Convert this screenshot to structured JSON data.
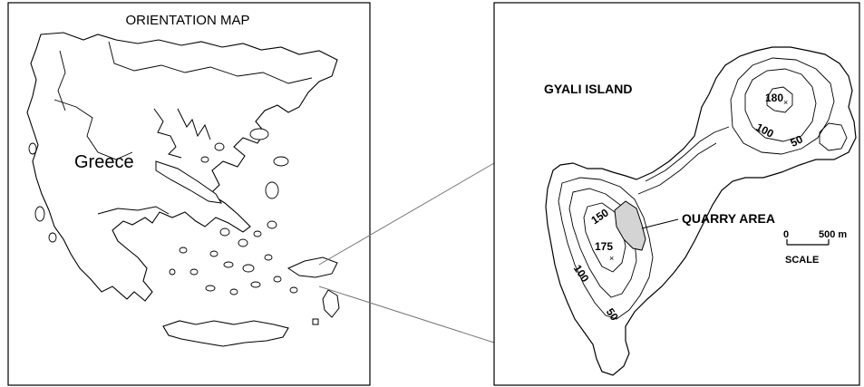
{
  "orientation_map": {
    "title": "ORIENTATION MAP",
    "country_label": "Greece"
  },
  "island_map": {
    "title": "GYALI ISLAND",
    "quarry_label": "QUARRY AREA",
    "contour_labels": {
      "north_peak": "180",
      "north_100": "100",
      "north_50": "50",
      "south_150": "150",
      "south_peak": "175",
      "south_100": "100",
      "south_50": "50"
    },
    "scale": {
      "start": "0",
      "end": "500 m",
      "caption": "SCALE"
    },
    "colors": {
      "quarry_fill": "#d4d4d4",
      "line": "#000000"
    }
  }
}
